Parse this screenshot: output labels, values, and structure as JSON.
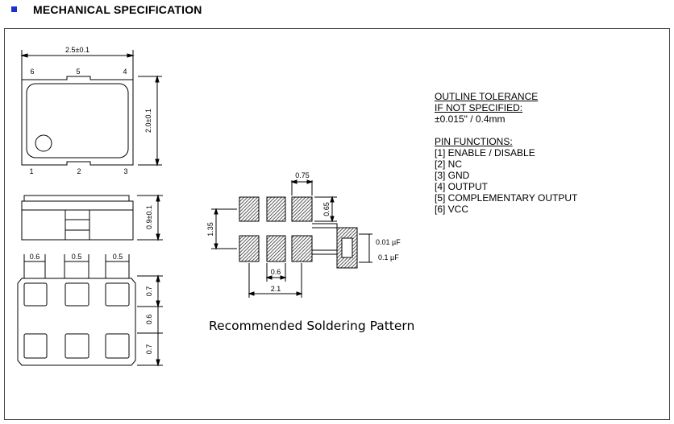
{
  "header": {
    "title": "MECHANICAL SPECIFICATION"
  },
  "dims": {
    "width": "2.5±0.1",
    "height": "2.0±0.1",
    "thickness": "0.9±0.1",
    "pad_w1": "0.6",
    "pad_w2": "0.5",
    "pad_w3": "0.5",
    "pad_h1": "0.7",
    "pad_gap": "0.6",
    "pad_h2": "0.7"
  },
  "pins_top": [
    "6",
    "5",
    "4"
  ],
  "pins_bottom": [
    "1",
    "2",
    "3"
  ],
  "solder": {
    "w075": "0.75",
    "h065": "0.65",
    "h135": "1.35",
    "w06": "0.6",
    "w21": "2.1",
    "cap1": "0.01 µF",
    "cap2": "0.1 µF",
    "caption": "Recommended Soldering Pattern"
  },
  "notes": {
    "tol_line1": "OUTLINE TOLERANCE",
    "tol_line2": "IF NOT SPECIFIED:",
    "tol_value": "±0.015\" / 0.4mm",
    "pin_title": "PIN FUNCTIONS:",
    "pins": [
      "[1] ENABLE / DISABLE",
      "[2] NC",
      "[3] GND",
      "[4] OUTPUT",
      "[5] COMPLEMENTARY OUTPUT",
      "[6] VCC"
    ]
  }
}
